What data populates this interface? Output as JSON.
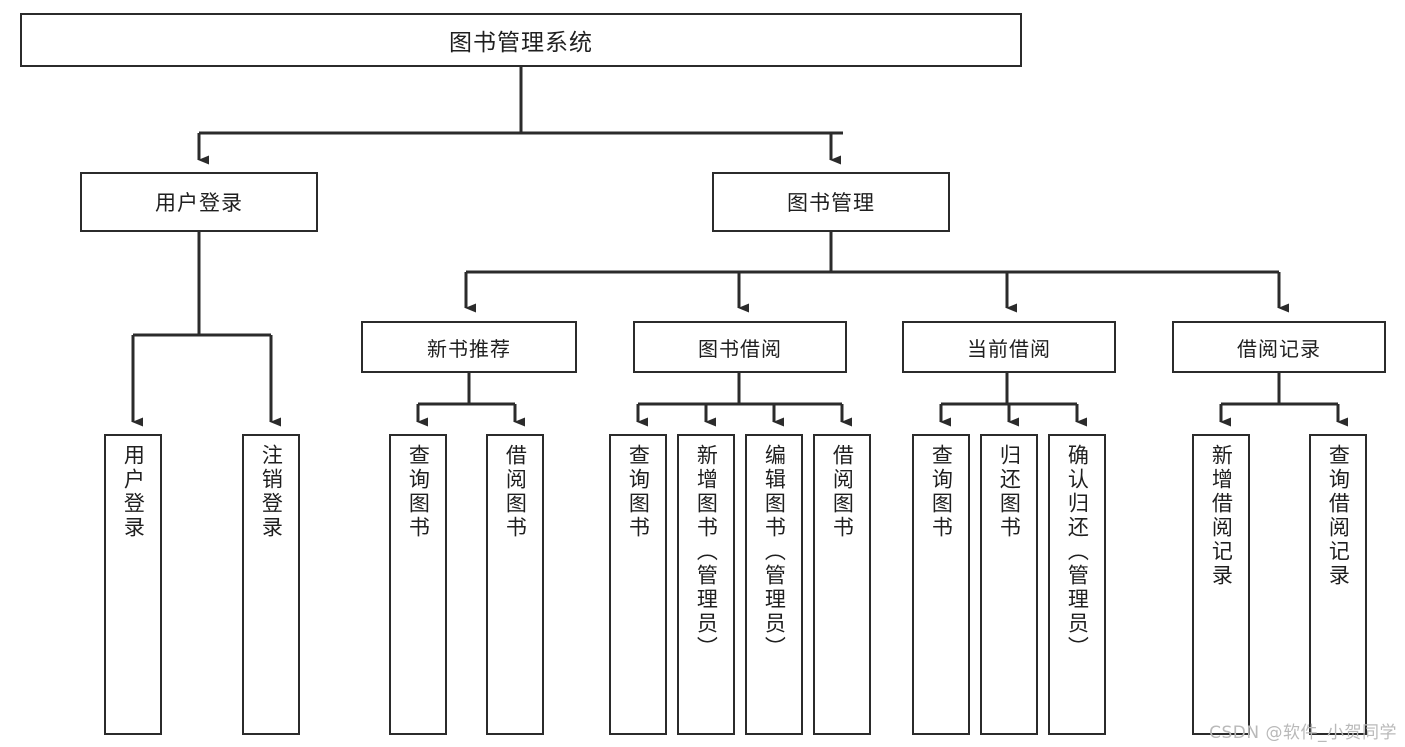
{
  "diagram": {
    "title": "图书管理系统",
    "type": "hierarchy-tree",
    "background_color": "#ffffff",
    "line_color": "#2b2b2b",
    "box_border_color": "#2b2b2b",
    "text_color": "#1f1f1f"
  },
  "root": {
    "label": "图书管理系统"
  },
  "level_two": [
    {
      "label": "用户登录"
    },
    {
      "label": "图书管理"
    }
  ],
  "level_three": [
    {
      "label": "新书推荐"
    },
    {
      "label": "图书借阅"
    },
    {
      "label": "当前借阅"
    },
    {
      "label": "借阅记录"
    }
  ],
  "leaves": {
    "user_login": [
      {
        "label": "用户登录"
      },
      {
        "label": "注销登录"
      }
    ],
    "new_book_recommend": [
      {
        "label": "查询图书"
      },
      {
        "label": "借阅图书"
      }
    ],
    "book_borrow": [
      {
        "label": "查询图书"
      },
      {
        "label": "新增图书（管理员）"
      },
      {
        "label": "编辑图书（管理员）"
      },
      {
        "label": "借阅图书"
      }
    ],
    "current_borrow": [
      {
        "label": "查询图书"
      },
      {
        "label": "归还图书"
      },
      {
        "label": "确认归还（管理员）"
      }
    ],
    "borrow_records": [
      {
        "label": "新增借阅记录"
      },
      {
        "label": "查询借阅记录"
      }
    ]
  },
  "watermark": {
    "text": "CSDN @软件_小贺同学"
  }
}
